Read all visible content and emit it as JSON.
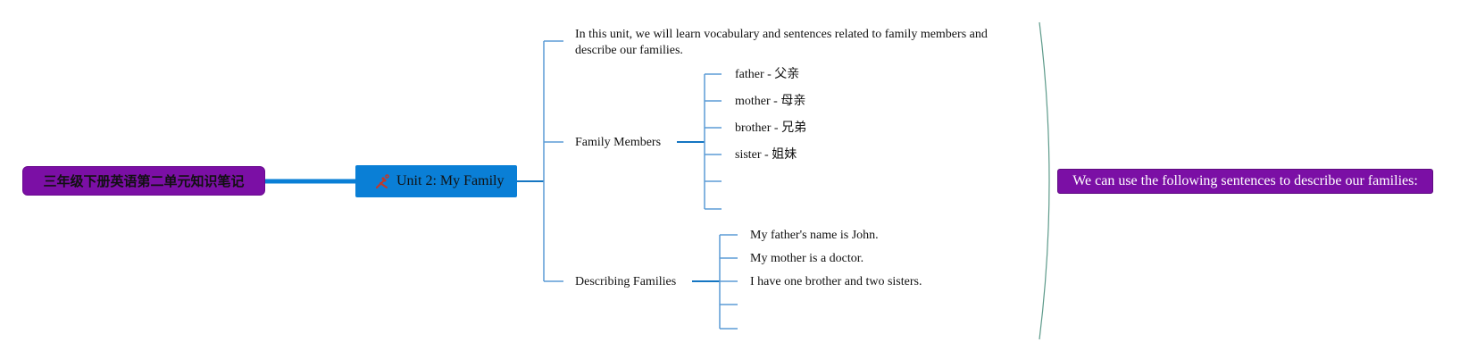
{
  "root": {
    "label": "三年级下册英语第二单元知识笔记"
  },
  "center": {
    "label": "Unit 2: My Family",
    "icon": "tools-icon",
    "icon_color": "#c0392b"
  },
  "branches": {
    "intro": "In this unit, we will learn vocabulary and sentences related to family members and describe our families.",
    "family_members": {
      "label": "Family Members",
      "items": [
        "father - 父亲",
        "mother - 母亲",
        "brother - 兄弟",
        "sister - 姐妹",
        "",
        ""
      ]
    },
    "describing_families": {
      "label": "Describing Families",
      "items": [
        "My father's name is John.",
        "My mother is a doctor.",
        "I have one brother and two sisters.",
        "",
        ""
      ]
    }
  },
  "summary": {
    "label": "We can use the following sentences to describe our families:"
  },
  "colors": {
    "root_fill": "#7b0fa5",
    "center_fill": "#0a7fd6",
    "summary_fill": "#7b0fa5",
    "connector": "#5b9bd5",
    "main_connector": "#0a7fd6",
    "bracket": "#5d9a8a"
  }
}
